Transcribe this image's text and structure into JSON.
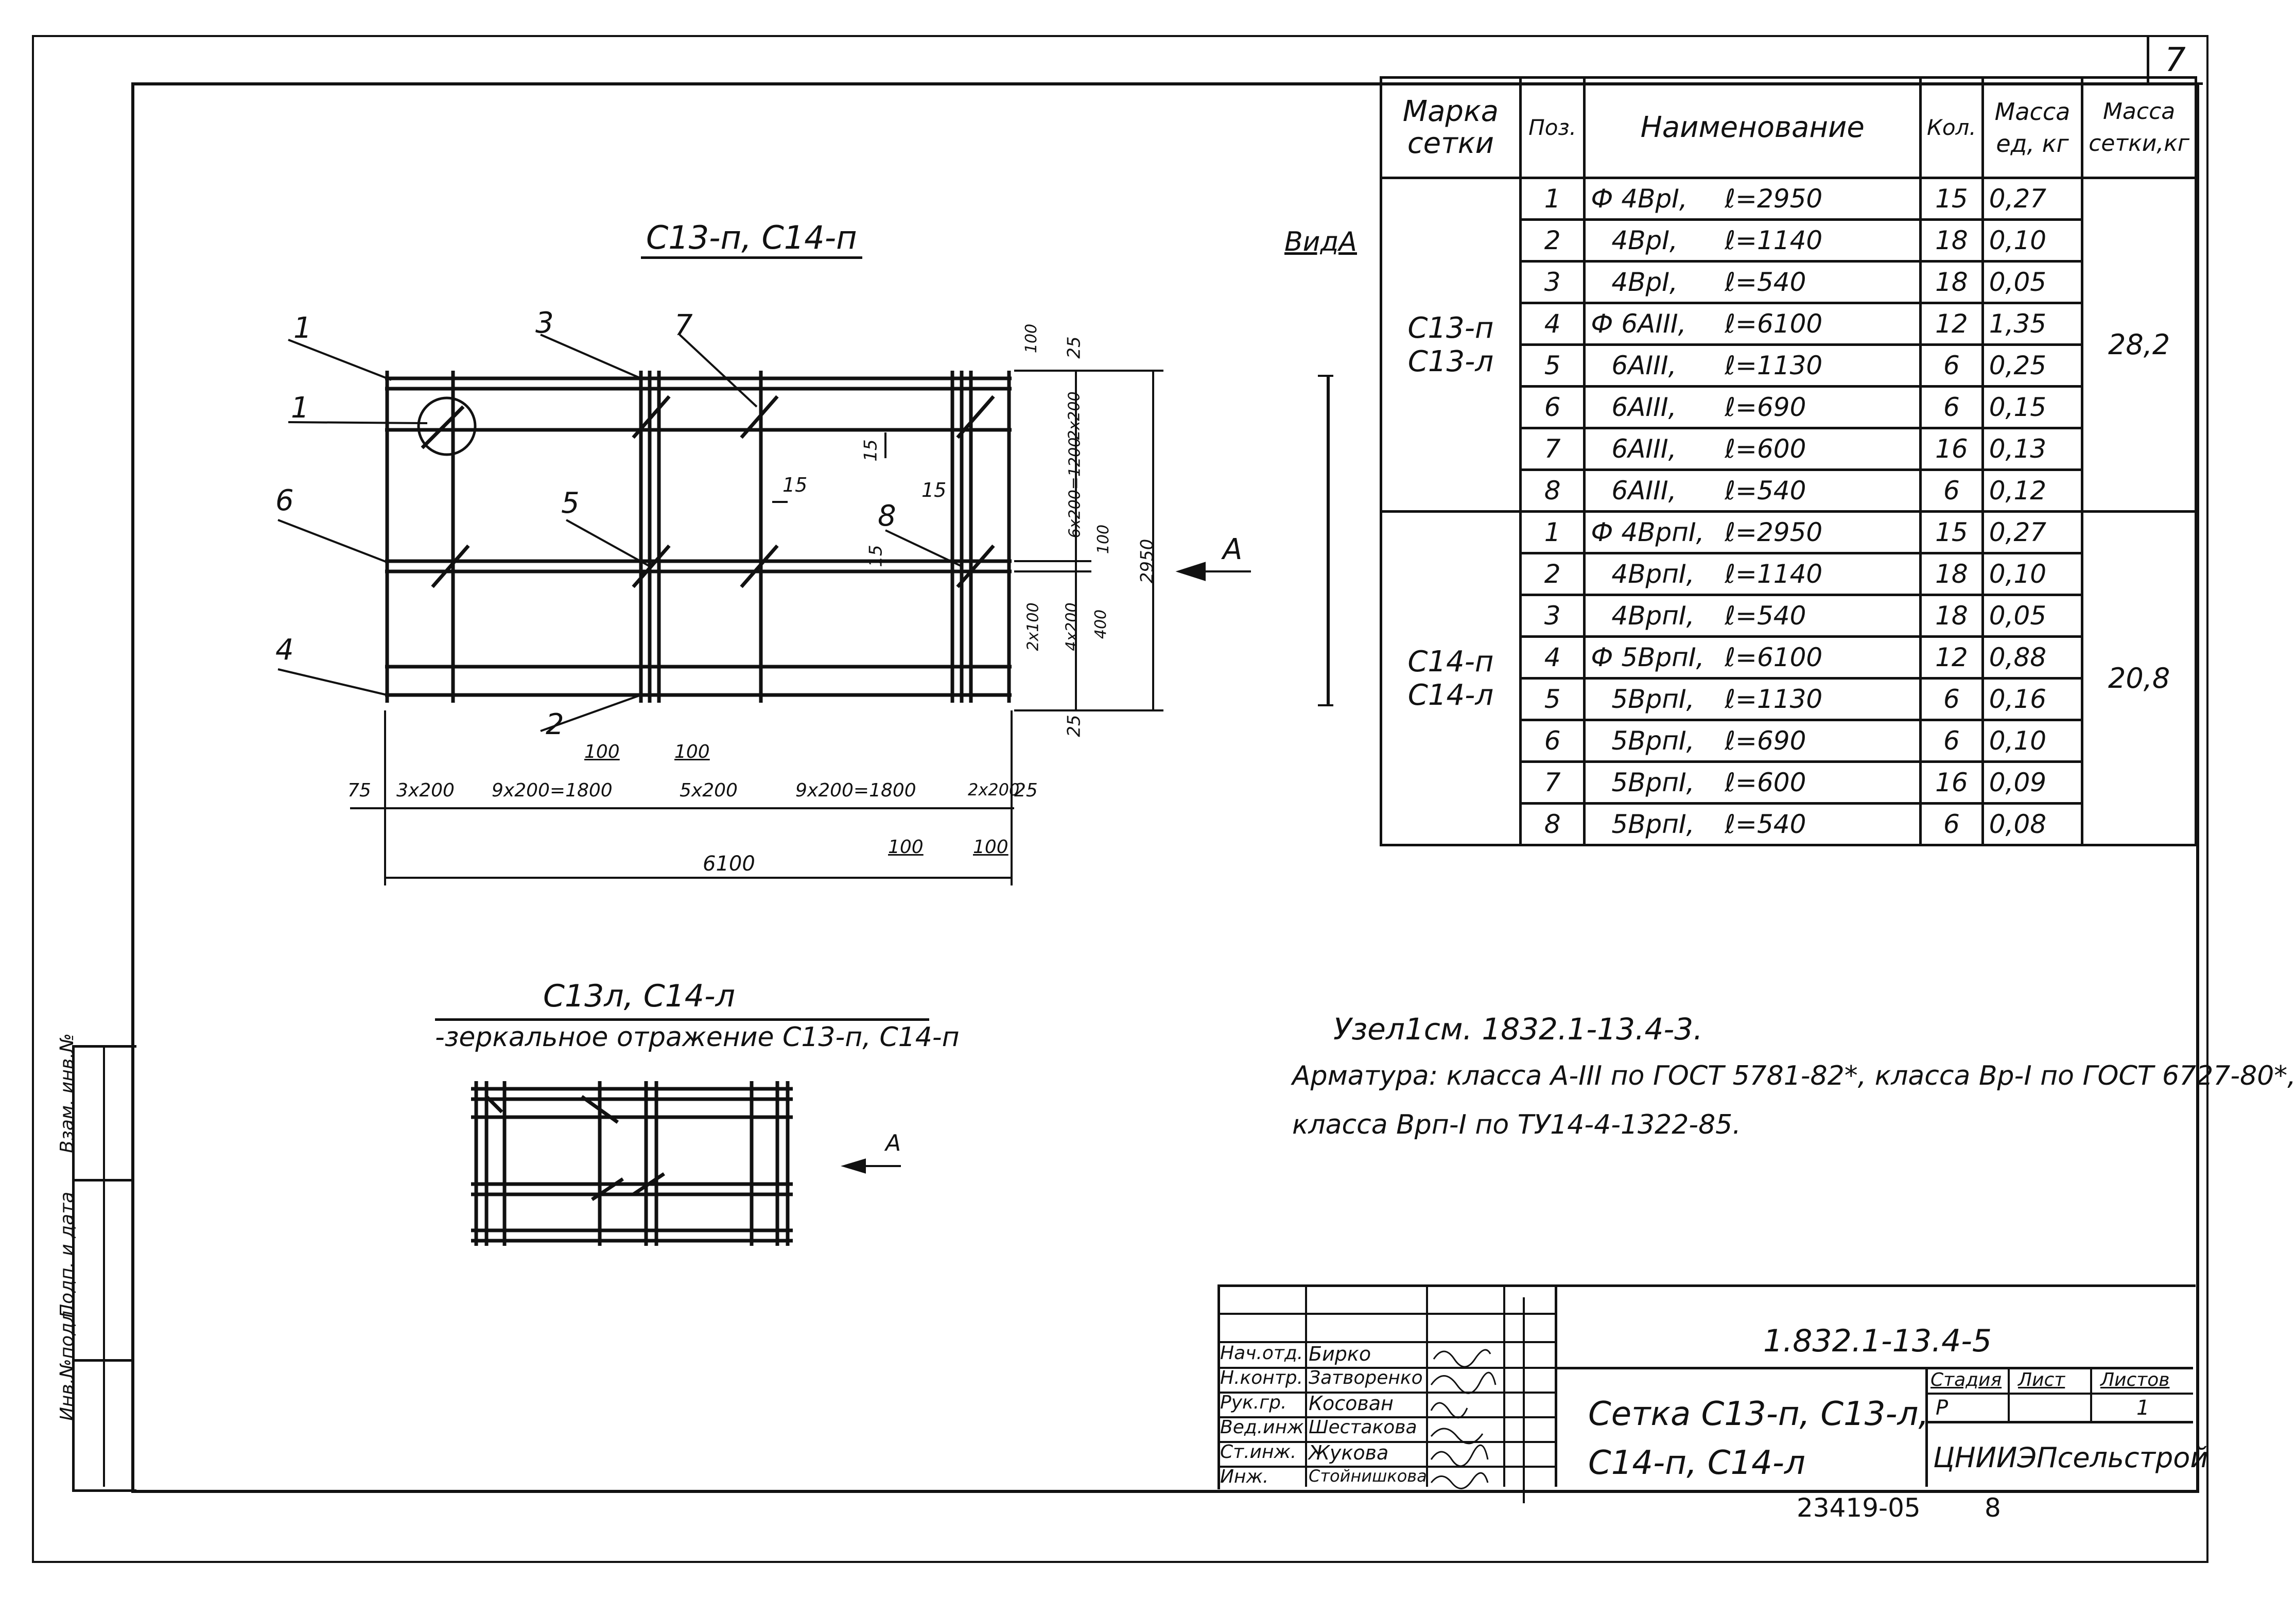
{
  "sheet_number": "7",
  "main_view_title": "С13-п, С14-п",
  "view_a_label": "ВидА",
  "arrow_a_label": "А",
  "arrow_a_small_label": "А",
  "mirror_title": "С13л, С14-л",
  "mirror_subtitle": "-зеркальное отражение С13-п, С14-п",
  "position_callouts": [
    "1",
    "1",
    "3",
    "7",
    "6",
    "5",
    "8",
    "4",
    "2"
  ],
  "dimensions": {
    "bottom_segments": [
      "75",
      "3х200",
      "9х200=1800",
      "100",
      "100",
      "5х200",
      "9х200=1800",
      "2х200",
      "25",
      "100",
      "100"
    ],
    "overall_width": "6100",
    "right_vertical": [
      "100",
      "25",
      "2х200",
      "6х200=1200",
      "100",
      "2950",
      "2х100",
      "4х200",
      "400",
      "25"
    ],
    "small": [
      "15",
      "15",
      "15",
      "15"
    ]
  },
  "spec_table": {
    "headers": [
      "Марка сетки",
      "Поз.",
      "Наименование",
      "Кол.",
      "Масса ед, кг",
      "Масса сетки,кг"
    ],
    "groups": [
      {
        "marks": [
          "С13-п",
          "С13-л"
        ],
        "total_mass": "28,2",
        "rows": [
          {
            "pos": "1",
            "name": "Ф 4ВрI,",
            "len": "ℓ=2950",
            "qty": "15",
            "mass": "0,27"
          },
          {
            "pos": "2",
            "name": "4ВрI,",
            "len": "ℓ=1140",
            "qty": "18",
            "mass": "0,10"
          },
          {
            "pos": "3",
            "name": "4ВрI,",
            "len": "ℓ=540",
            "qty": "18",
            "mass": "0,05"
          },
          {
            "pos": "4",
            "name": "Ф 6АIII,",
            "len": "ℓ=6100",
            "qty": "12",
            "mass": "1,35"
          },
          {
            "pos": "5",
            "name": "6АIII,",
            "len": "ℓ=1130",
            "qty": "6",
            "mass": "0,25"
          },
          {
            "pos": "6",
            "name": "6АIII,",
            "len": "ℓ=690",
            "qty": "6",
            "mass": "0,15"
          },
          {
            "pos": "7",
            "name": "6АIII,",
            "len": "ℓ=600",
            "qty": "16",
            "mass": "0,13"
          },
          {
            "pos": "8",
            "name": "6АIII,",
            "len": "ℓ=540",
            "qty": "6",
            "mass": "0,12"
          }
        ]
      },
      {
        "marks": [
          "С14-п",
          "С14-л"
        ],
        "total_mass": "20,8",
        "rows": [
          {
            "pos": "1",
            "name": "Ф 4ВрпI,",
            "len": "ℓ=2950",
            "qty": "15",
            "mass": "0,27"
          },
          {
            "pos": "2",
            "name": "4ВрпI,",
            "len": "ℓ=1140",
            "qty": "18",
            "mass": "0,10"
          },
          {
            "pos": "3",
            "name": "4ВрпI,",
            "len": "ℓ=540",
            "qty": "18",
            "mass": "0,05"
          },
          {
            "pos": "4",
            "name": "Ф 5ВрпI,",
            "len": "ℓ=6100",
            "qty": "12",
            "mass": "0,88"
          },
          {
            "pos": "5",
            "name": "5ВрпI,",
            "len": "ℓ=1130",
            "qty": "6",
            "mass": "0,16"
          },
          {
            "pos": "6",
            "name": "5ВрпI,",
            "len": "ℓ=690",
            "qty": "6",
            "mass": "0,10"
          },
          {
            "pos": "7",
            "name": "5ВрпI,",
            "len": "ℓ=600",
            "qty": "16",
            "mass": "0,09"
          },
          {
            "pos": "8",
            "name": "5ВрпI,",
            "len": "ℓ=540",
            "qty": "6",
            "mass": "0,08"
          }
        ]
      }
    ]
  },
  "notes": {
    "line1": "Узел1см. 1832.1-13.4-3.",
    "line2": "Арматура: класса А-III по ГОСТ 5781-82*, класса Вр-I по ГОСТ 6727-80*,",
    "line3": "класса Врп-I по ТУ14-4-1322-85."
  },
  "side_stamp": [
    "Инв.№подл.",
    "Подп. и дата",
    "Взам. инв.№"
  ],
  "title_block": {
    "doc_code": "1.832.1-13.4-5",
    "title_line1": "Сетка С13-п, С13-л,",
    "title_line2": "С14-п, С14-л",
    "stage_label": "Стадия",
    "sheet_label": "Лист",
    "sheets_label": "Листов",
    "stage_value": "Р",
    "sheets_value": "1",
    "organization": "ЦНИИЭПсельстрой",
    "signatures": [
      {
        "role": "Нач.отд.",
        "name": "Бирко"
      },
      {
        "role": "Н.контр.",
        "name": "Затворенко"
      },
      {
        "role": "Рук.гр.",
        "name": "Косован"
      },
      {
        "role": "Вед.инж.",
        "name": "Шестакова"
      },
      {
        "role": "Ст.инж.",
        "name": "Жукова"
      },
      {
        "role": "Инж.",
        "name": "Стойнишкова"
      }
    ]
  },
  "archive_number": "23419-05",
  "archive_page": "8"
}
